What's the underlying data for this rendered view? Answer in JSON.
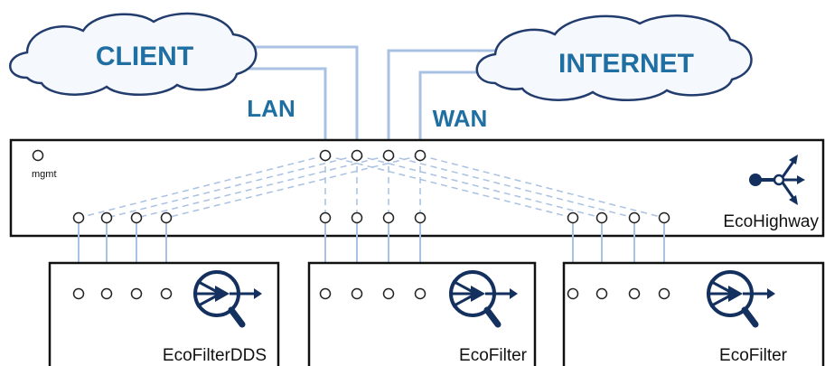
{
  "clouds": {
    "client": "CLIENT",
    "internet": "INTERNET"
  },
  "links": {
    "lan": "LAN",
    "wan": "WAN"
  },
  "highway": {
    "mgmt": "mgmt",
    "name": "EcoHighway",
    "icon": "eco-highway-fork-icon"
  },
  "filters": [
    {
      "name": "EcoFilterDDS",
      "icon": "eco-filter-magnifier-icon"
    },
    {
      "name": "EcoFilter",
      "icon": "eco-filter-magnifier-icon"
    },
    {
      "name": "EcoFilter",
      "icon": "eco-filter-magnifier-icon"
    }
  ],
  "colors": {
    "cloud_text": "#1f6fa3",
    "cloud_fill": "#f5f8fc",
    "cloud_stroke": "#223c6e",
    "link_line": "#a9c1e2",
    "icon_dark": "#13305e",
    "icon_accent": "#2a6cb4"
  }
}
